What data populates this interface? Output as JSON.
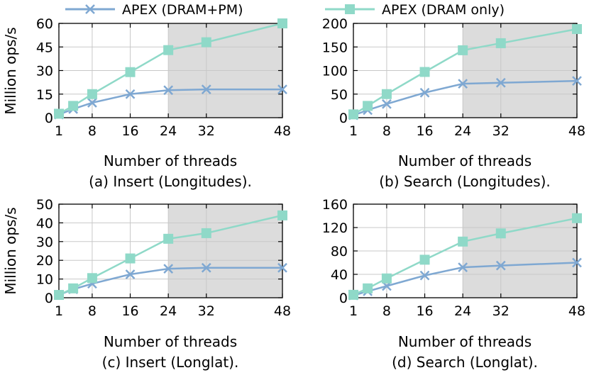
{
  "legend": [
    {
      "name": "APEX (DRAM+PM)",
      "color": "#7fa8d2",
      "marker": "x-cross"
    },
    {
      "name": "APEX (DRAM only)",
      "color": "#8fd9c8",
      "marker": "square"
    }
  ],
  "shade_color": "#dcdcdc",
  "chart_data": [
    {
      "type": "line",
      "caption": "(a) Insert (Longitudes).",
      "xlabel": "Number of threads",
      "ylabel": "Million ops/s",
      "x_ticks": [
        1,
        8,
        16,
        24,
        32,
        48
      ],
      "y_ticks": [
        0,
        15,
        30,
        45,
        60
      ],
      "ylim": [
        0,
        60
      ],
      "shaded_x_range": [
        24,
        48
      ],
      "x": [
        1,
        4,
        8,
        16,
        24,
        32,
        48
      ],
      "series": [
        {
          "name": "APEX (DRAM+PM)",
          "values": [
            2,
            5.5,
            9.5,
            15,
            17.5,
            18,
            18
          ]
        },
        {
          "name": "APEX (DRAM only)",
          "values": [
            2.5,
            7.5,
            15,
            29,
            43,
            48,
            60
          ]
        }
      ]
    },
    {
      "type": "line",
      "caption": "(b) Search (Longitudes).",
      "xlabel": "Number of threads",
      "ylabel": "",
      "x_ticks": [
        1,
        8,
        16,
        24,
        32,
        48
      ],
      "y_ticks": [
        0,
        50,
        100,
        150,
        200
      ],
      "ylim": [
        0,
        200
      ],
      "shaded_x_range": [
        24,
        48
      ],
      "x": [
        1,
        4,
        8,
        16,
        24,
        32,
        48
      ],
      "series": [
        {
          "name": "APEX (DRAM+PM)",
          "values": [
            5,
            16,
            29,
            53,
            72,
            74,
            78
          ]
        },
        {
          "name": "APEX (DRAM only)",
          "values": [
            7,
            25,
            50,
            97,
            143,
            158,
            188
          ]
        }
      ]
    },
    {
      "type": "line",
      "caption": "(c) Insert (Longlat).",
      "xlabel": "Number of threads",
      "ylabel": "Million ops/s",
      "x_ticks": [
        1,
        8,
        16,
        24,
        32,
        48
      ],
      "y_ticks": [
        0,
        10,
        20,
        30,
        40,
        50
      ],
      "ylim": [
        0,
        50
      ],
      "shaded_x_range": [
        24,
        48
      ],
      "x": [
        1,
        4,
        8,
        16,
        24,
        32,
        48
      ],
      "series": [
        {
          "name": "APEX (DRAM+PM)",
          "values": [
            1.5,
            4.5,
            7.5,
            12.5,
            15.5,
            16,
            16
          ]
        },
        {
          "name": "APEX (DRAM only)",
          "values": [
            1.5,
            5,
            10.5,
            21,
            31.5,
            34.5,
            44
          ]
        }
      ]
    },
    {
      "type": "line",
      "caption": "(d) Search (Longlat).",
      "xlabel": "Number of threads",
      "ylabel": "",
      "x_ticks": [
        1,
        8,
        16,
        24,
        32,
        48
      ],
      "y_ticks": [
        0,
        40,
        80,
        120,
        160
      ],
      "ylim": [
        0,
        160
      ],
      "shaded_x_range": [
        24,
        48
      ],
      "x": [
        1,
        4,
        8,
        16,
        24,
        32,
        48
      ],
      "series": [
        {
          "name": "APEX (DRAM+PM)",
          "values": [
            4,
            11,
            20,
            38,
            52,
            55,
            60
          ]
        },
        {
          "name": "APEX (DRAM only)",
          "values": [
            5,
            16,
            33,
            65,
            96,
            110,
            136
          ]
        }
      ]
    }
  ]
}
